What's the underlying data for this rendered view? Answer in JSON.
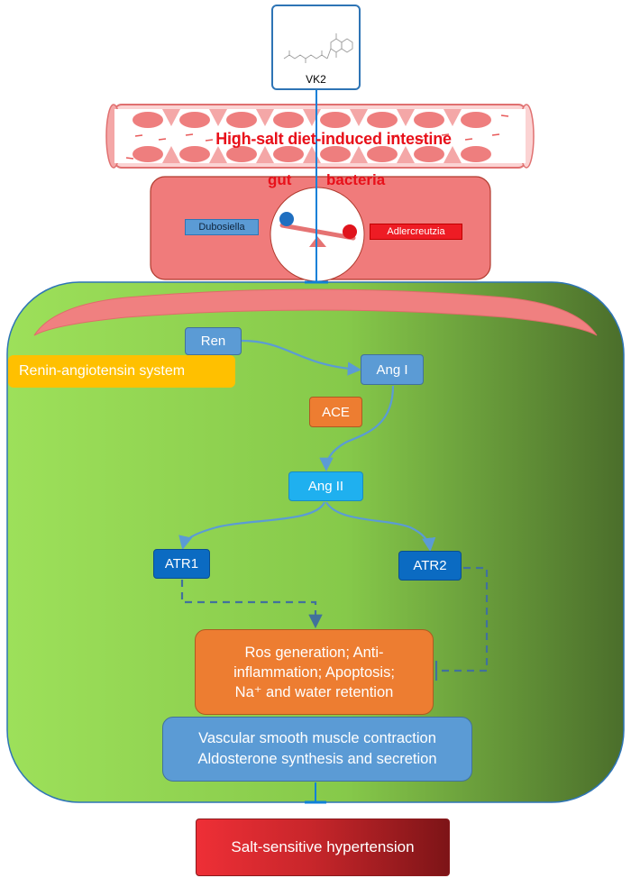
{
  "vk2": {
    "label": "VK2",
    "structure_icon": "molecule-structure-icon"
  },
  "intestine": {
    "title": "High-salt diet-induced intestine",
    "gut": "gut",
    "bacteria": "bacteria"
  },
  "bacteria_tags": {
    "dubosiella": "Dubosiella",
    "adlercreutzia": "Adlercreutzia"
  },
  "ras": {
    "system_label": "Renin-angiotensin system",
    "ren": "Ren",
    "ang1": "Ang I",
    "ace": "ACE",
    "ang2": "Ang II",
    "atr1": "ATR1",
    "atr2": "ATR2"
  },
  "effects": {
    "line1": "Ros generation; Anti-",
    "line2": "inflammation; Apoptosis;",
    "line3": "Na⁺ and water retention"
  },
  "vascular": {
    "line1": "Vascular smooth muscle contraction",
    "line2": "Aldosterone synthesis and secretion"
  },
  "outcome": {
    "label": "Salt-sensitive hypertension"
  },
  "colors": {
    "blue": "#5b9bd5",
    "sky": "#1fb0ef",
    "dark_blue": "#0b6bc2",
    "orange": "#ed7d31",
    "yellow": "#ffc000",
    "pink": "#f08080",
    "green_light": "#92d050",
    "green_dark": "#4a6f2a",
    "red": "#ee1c24"
  }
}
